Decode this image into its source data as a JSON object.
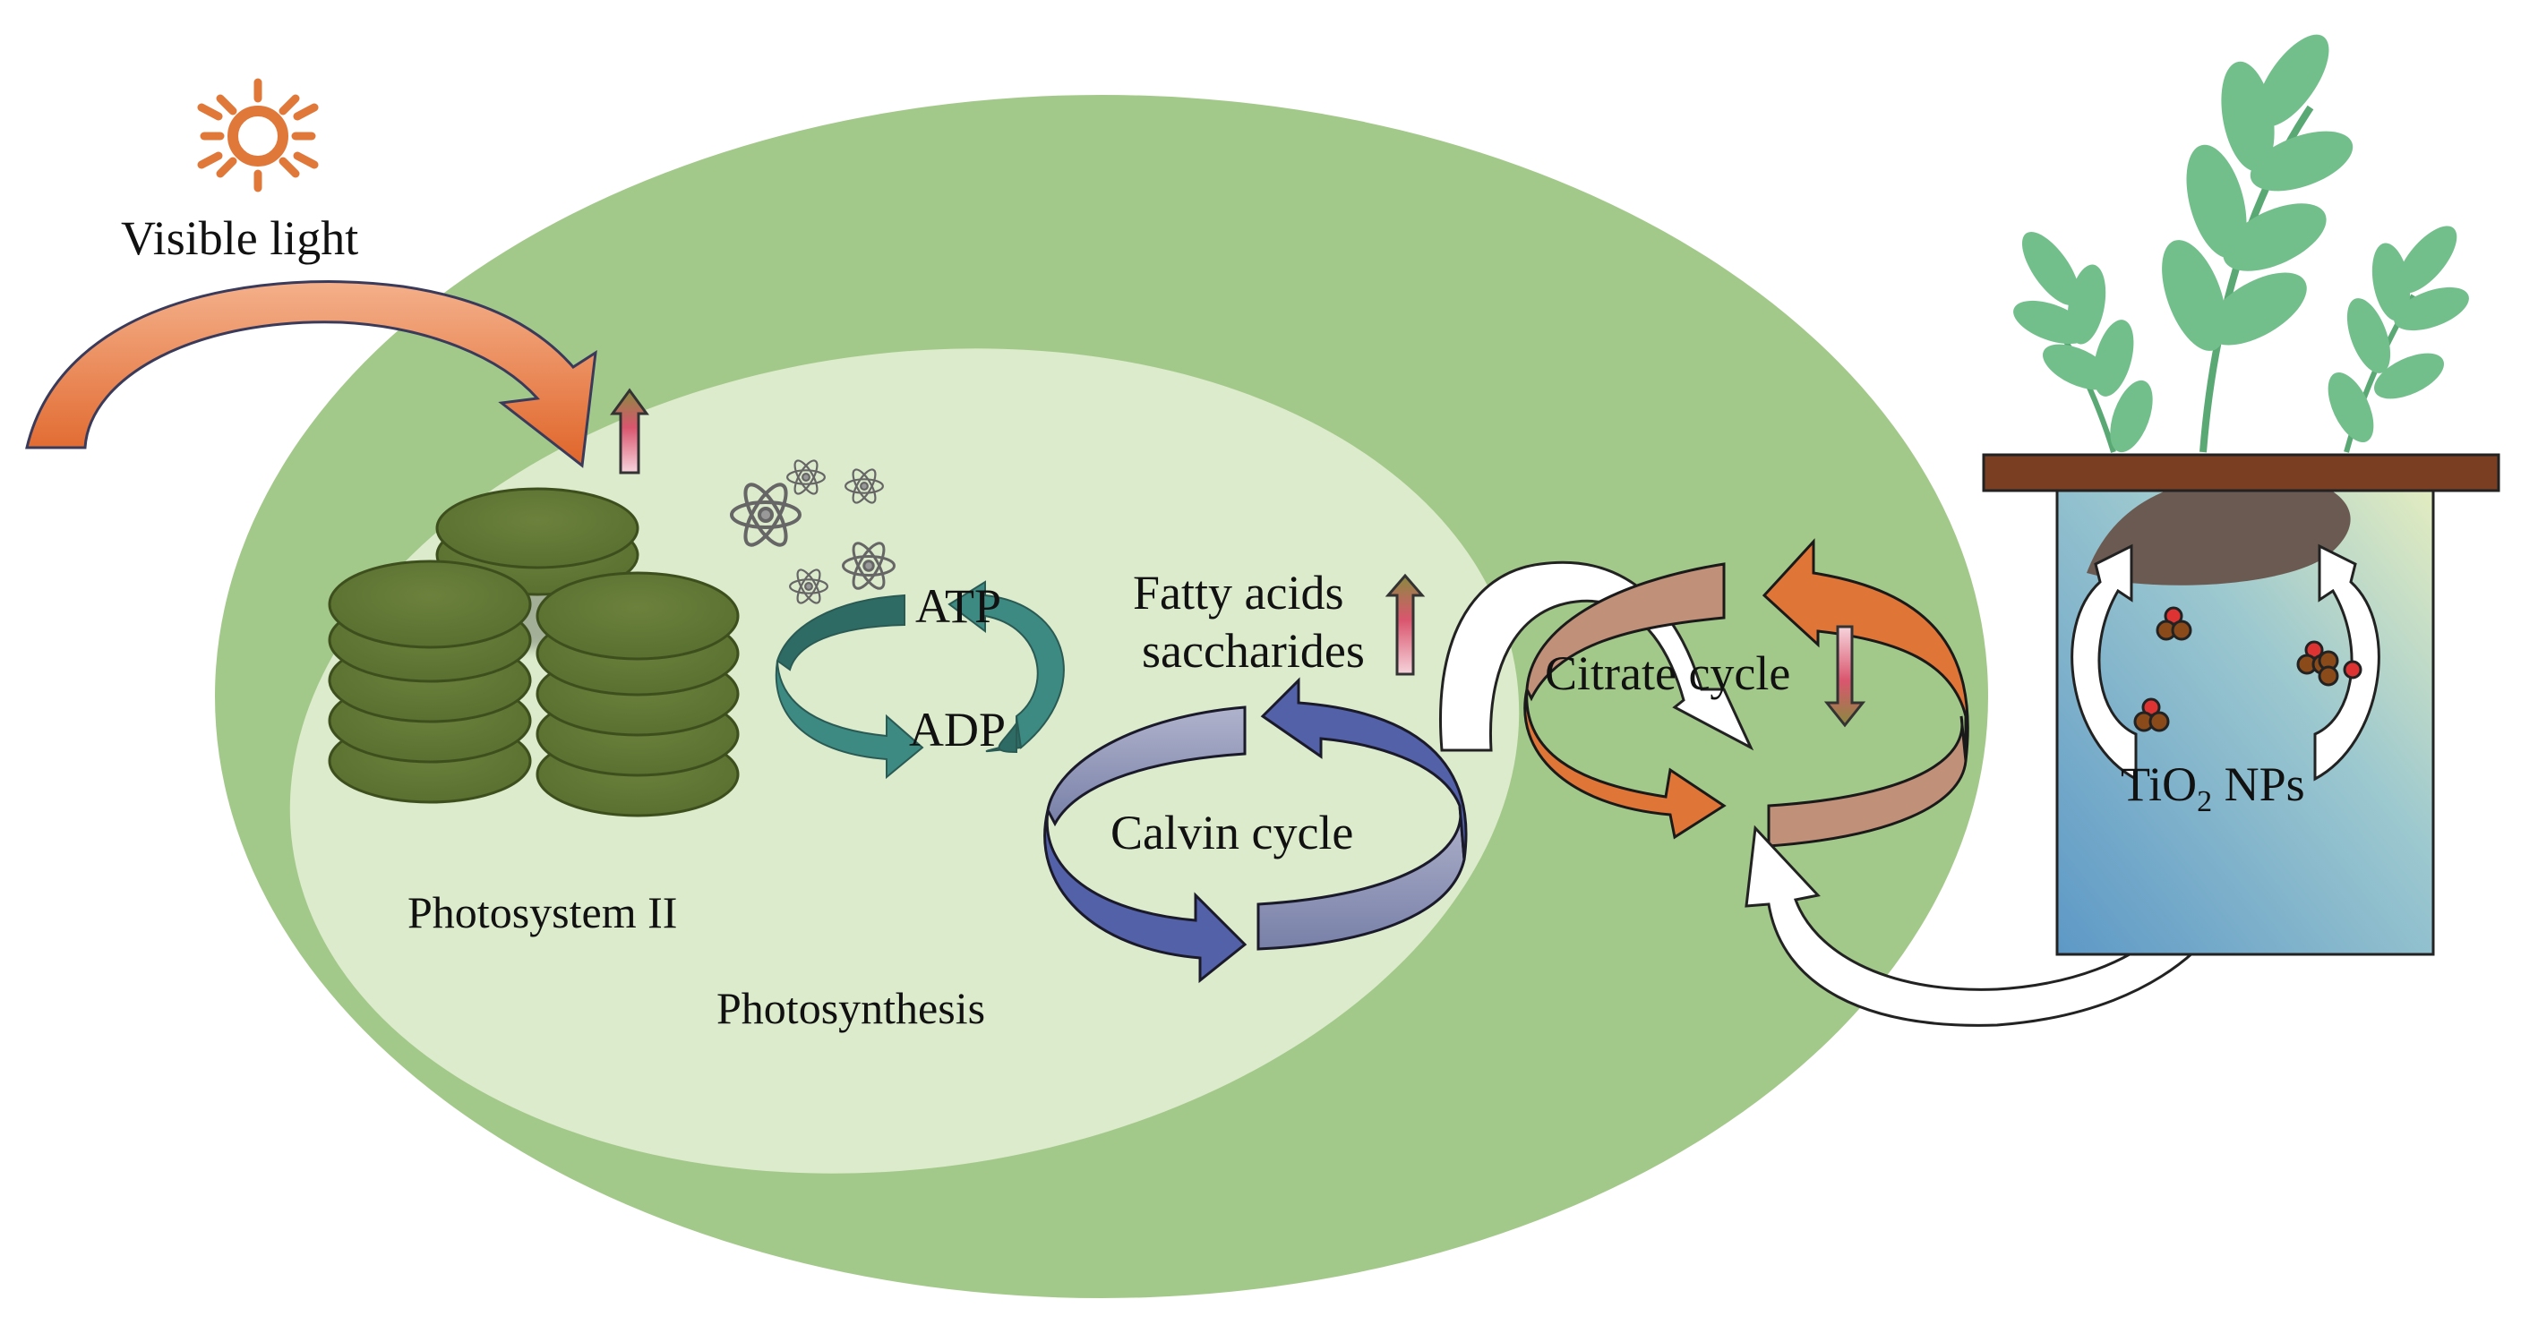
{
  "title": "TiO2 nanoparticles enhance photosynthesis and citrate cycle in plants",
  "labels": {
    "visible_light": "Visible light",
    "photosystem": "Photosystem II",
    "photosynthesis": "Photosynthesis",
    "atp": "ATP",
    "adp": "ADP",
    "fatty_acids": "Fatty acids",
    "saccharides": "saccharides",
    "calvin_cycle": "Calvin cycle",
    "citrate_cycle": "Citrate cycle",
    "tio2_main": "TiO",
    "tio2_sub": "2",
    "tio2_suffix": " NPs"
  },
  "indicators": {
    "photosystem_trend": "up",
    "fatty_acids_saccharides_trend": "up",
    "citrate_cycle_trend": "down"
  },
  "colors": {
    "outer_cell": "#a3c98a",
    "inner_chloroplast": "#dcebcc",
    "thylakoid": "#637a36",
    "atp_cycle": "#3b8a80",
    "calvin_cycle": "#5563a8",
    "citrate_orange": "#e07538",
    "citrate_tan": "#c09078",
    "light_arrow": "#e8743a",
    "sun": "#e0783a",
    "pot_water": "#6fa7c4",
    "soil": "#6b5a52",
    "pot_rim": "#7a3e22",
    "leaf": "#72bf8c"
  }
}
